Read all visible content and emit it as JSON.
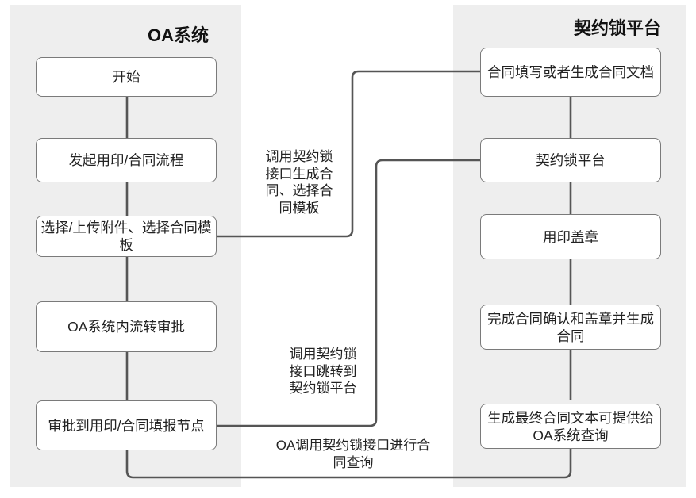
{
  "lanes": {
    "oa_title": "OA系统",
    "platform_title": "契约锁平台"
  },
  "oa_steps": [
    "开始",
    "发起用印/合同流程",
    "选择/上传附件、选择合同模板",
    "OA系统内流转审批",
    "审批到用印/合同填报节点"
  ],
  "platform_steps": [
    "合同填写或者生成合同文档",
    "契约锁平台",
    "用印盖章",
    "完成合同确认和盖章并生成合同",
    "生成最终合同文本可提供给OA系统查询"
  ],
  "connector_labels": {
    "generate": "调用契约锁\n接口生成合\n同、选择合\n同模板",
    "jump": "调用契约锁\n接口跳转到\n契约锁平台",
    "query": "OA调用契约锁接口进行合\n同查询"
  },
  "colors": {
    "lane_bg": "#eeeeee",
    "connector": "#555555",
    "box_border": "#7a7a7a"
  }
}
